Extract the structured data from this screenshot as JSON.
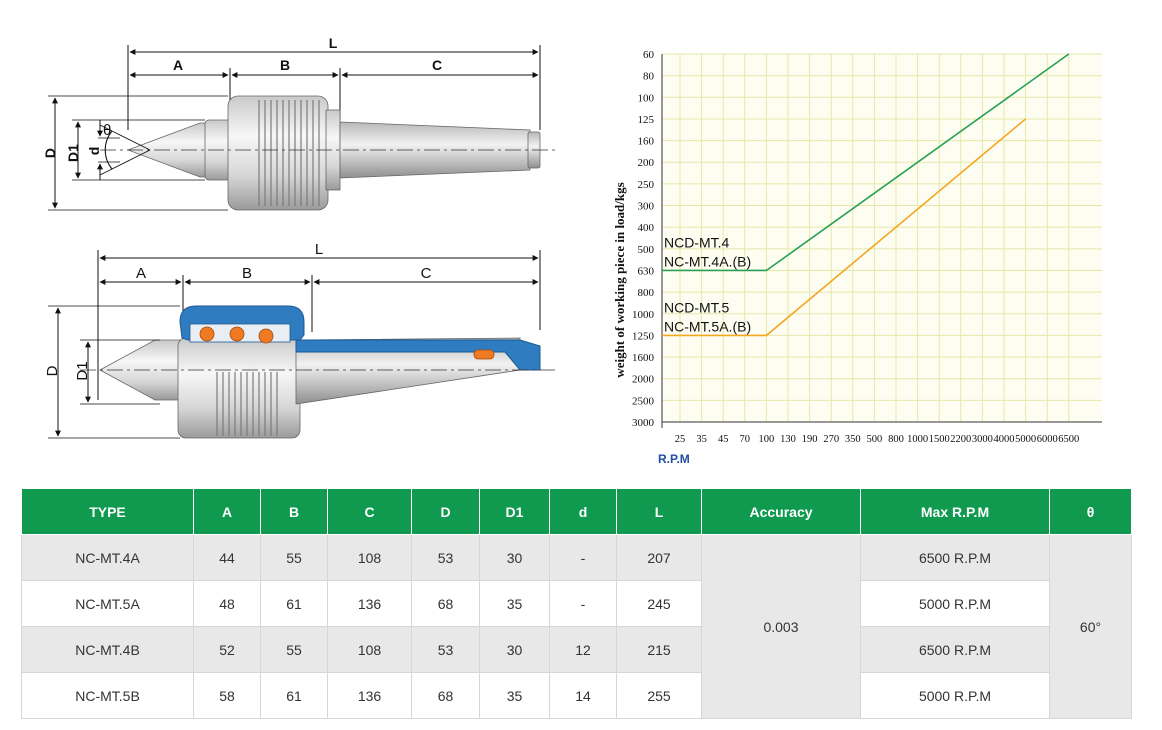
{
  "drawing_top": {
    "labels": {
      "L": "L",
      "A": "A",
      "B": "B",
      "C": "C",
      "D": "D",
      "D1": "D1",
      "d": "d",
      "theta": "θ"
    }
  },
  "drawing_bottom": {
    "labels": {
      "L": "L",
      "A": "A",
      "B": "B",
      "C": "C",
      "D": "D",
      "D1": "D1"
    }
  },
  "colors": {
    "header_green": "#0f9a4f",
    "body_blue": "#2f7cc0",
    "bearing_orange": "#f07a22",
    "line_green": "#27a052",
    "line_orange": "#f5a623",
    "grid_yellow": "#e6e8a8"
  },
  "chart_data": {
    "type": "line",
    "ylabel": "weight of working piece in load/kgs",
    "xlabel": "R.P.M",
    "x_ticks": [
      "25",
      "35",
      "45",
      "70",
      "100",
      "130",
      "190",
      "270",
      "350",
      "500",
      "800",
      "1000",
      "1500",
      "2200",
      "3000",
      "4000",
      "5000",
      "6000",
      "6500"
    ],
    "y_ticks": [
      "60",
      "80",
      "100",
      "125",
      "160",
      "200",
      "250",
      "300",
      "400",
      "500",
      "630",
      "800",
      "1000",
      "1250",
      "1600",
      "2000",
      "2500",
      "3000"
    ],
    "series": [
      {
        "name": "NCD-MT.4 / NC-MT.4A.(B)",
        "label_lines": [
          "NCD-MT.4",
          "NC-MT.4A.(B)"
        ],
        "color": "#27a052",
        "points": [
          [
            "start",
            "630"
          ],
          [
            "100",
            "630"
          ],
          [
            "6500",
            "60"
          ]
        ]
      },
      {
        "name": "NCD-MT.5 / NC-MT.5A.(B)",
        "label_lines": [
          "NCD-MT.5",
          "NC-MT.5A.(B)"
        ],
        "color": "#f5a623",
        "points": [
          [
            "start",
            "1250"
          ],
          [
            "100",
            "1250"
          ],
          [
            "5000",
            "125"
          ]
        ]
      }
    ]
  },
  "table": {
    "headers": [
      "TYPE",
      "A",
      "B",
      "C",
      "D",
      "D1",
      "d",
      "L",
      "Accuracy",
      "Max R.P.M",
      "θ"
    ],
    "rows": [
      {
        "type": "NC-MT.4A",
        "a": "44",
        "b": "55",
        "c": "108",
        "dd": "53",
        "d1": "30",
        "d": "-",
        "l": "207",
        "rpm": "6500 R.P.M"
      },
      {
        "type": "NC-MT.5A",
        "a": "48",
        "b": "61",
        "c": "136",
        "dd": "68",
        "d1": "35",
        "d": "-",
        "l": "245",
        "rpm": "5000 R.P.M"
      },
      {
        "type": "NC-MT.4B",
        "a": "52",
        "b": "55",
        "c": "108",
        "dd": "53",
        "d1": "30",
        "d": "12",
        "l": "215",
        "rpm": "6500 R.P.M"
      },
      {
        "type": "NC-MT.5B",
        "a": "58",
        "b": "61",
        "c": "136",
        "dd": "68",
        "d1": "35",
        "d": "14",
        "l": "255",
        "rpm": "5000 R.P.M"
      }
    ],
    "accuracy": "0.003",
    "theta": "60°"
  }
}
